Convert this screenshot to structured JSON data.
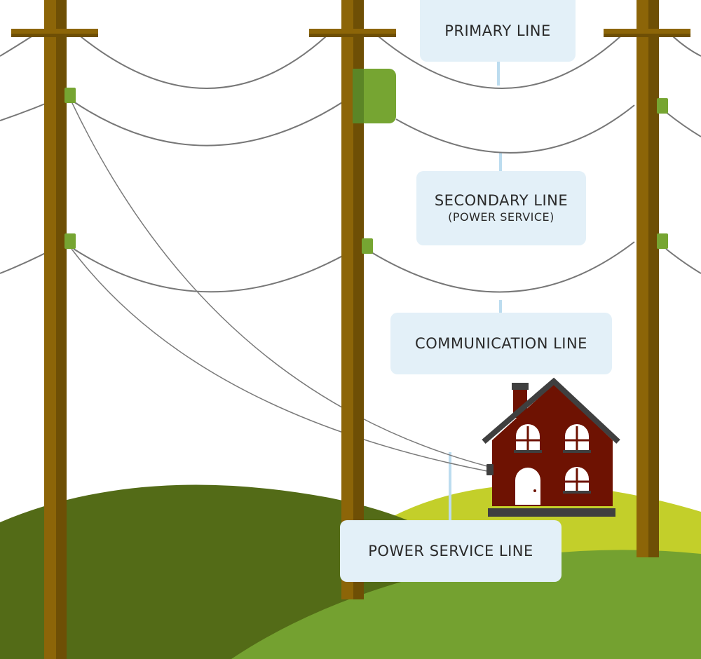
{
  "labels": {
    "primary_line": "PRIMARY LINE",
    "secondary_line": "SECONDARY LINE",
    "secondary_line_sub": "(POWER SERVICE)",
    "communication_line": "COMMUNICATION LINE",
    "power_service_line": "POWER SERVICE LINE"
  },
  "colors": {
    "pole_wood": "#8c6508",
    "pole_shadow": "#6e4f05",
    "wire": "#777777",
    "insulator_green": "#76a532",
    "transformer_green": "#76a532",
    "hill_dark": "#536b17",
    "hill_mid": "#74a130",
    "hill_light": "#c3cf2a",
    "house_wall": "#6e1202",
    "house_roof": "#3f3f3f",
    "label_bg": "#e3f0f8",
    "leader_line": "#bcdcef"
  }
}
